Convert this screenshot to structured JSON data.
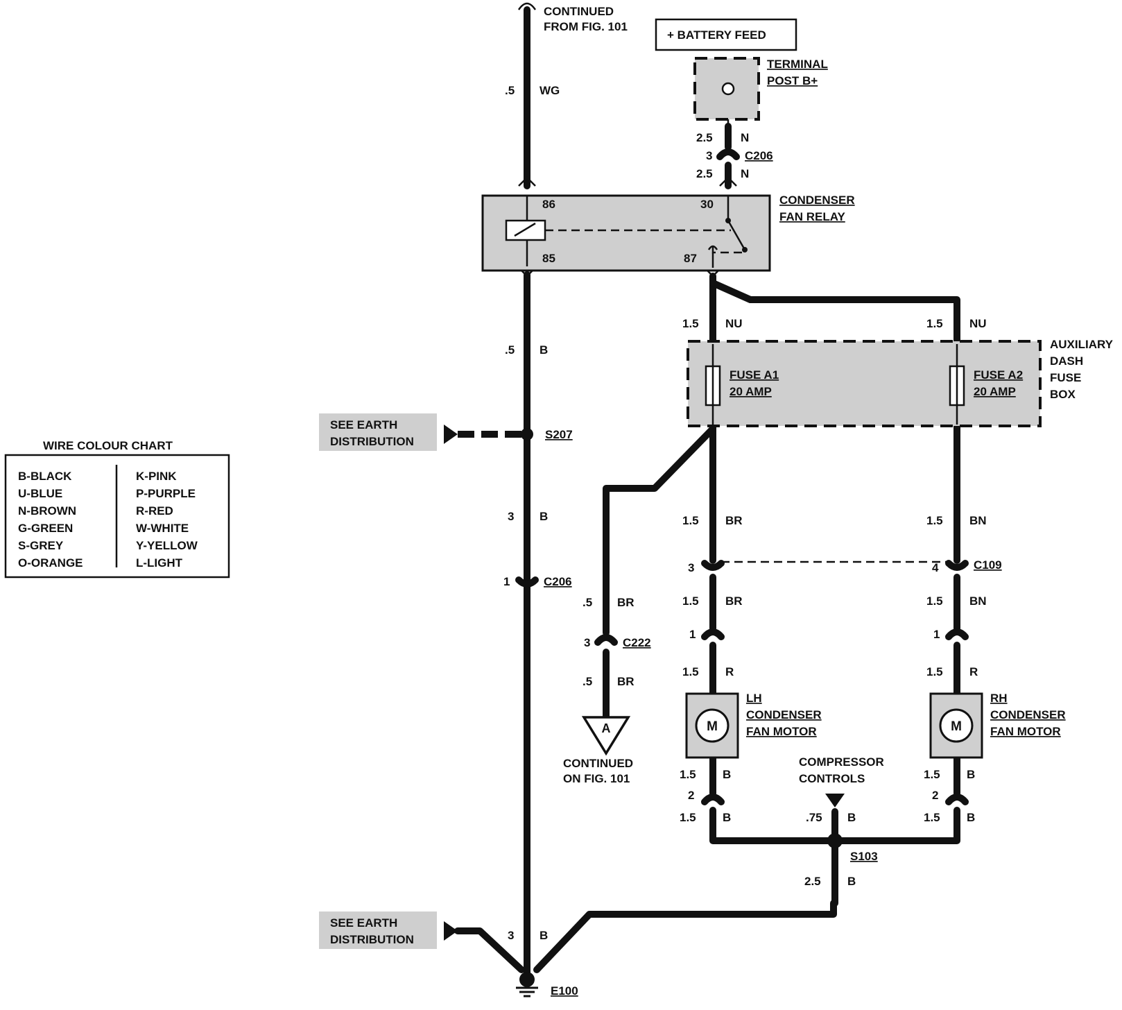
{
  "top_feed": {
    "line1": "CONTINUED",
    "line2": "FROM FIG. 101"
  },
  "battery_feed": "+ BATTERY FEED",
  "terminal_post": {
    "line1": "TERMINAL",
    "line2": "POST B+"
  },
  "relay": {
    "line1": "CONDENSER",
    "line2": "FAN RELAY",
    "pins": {
      "p86": "86",
      "p30": "30",
      "p85": "85",
      "p87": "87"
    }
  },
  "fuse_box": {
    "line1": "AUXILIARY",
    "line2": "DASH",
    "line3": "FUSE",
    "line4": "BOX"
  },
  "fuse_a1": {
    "line1": "FUSE A1",
    "line2": "20 AMP"
  },
  "fuse_a2": {
    "line1": "FUSE A2",
    "line2": "20 AMP"
  },
  "earth_ref": {
    "line1": "SEE EARTH",
    "line2": "DISTRIBUTION"
  },
  "splices": {
    "s207": "S207",
    "s103": "S103",
    "e100": "E100"
  },
  "connectors": {
    "c206": "C206",
    "c109": "C109",
    "c222": "C222"
  },
  "lh_motor": {
    "line1": "LH",
    "line2": "CONDENSER",
    "line3": "FAN MOTOR",
    "symbol": "M"
  },
  "rh_motor": {
    "line1": "RH",
    "line2": "CONDENSER",
    "line3": "FAN MOTOR",
    "symbol": "M"
  },
  "compressor": {
    "line1": "COMPRESSOR",
    "line2": "CONTROLS"
  },
  "continued_on": {
    "line1": "CONTINUED",
    "line2": "ON FIG. 101",
    "symbol": "A"
  },
  "wire_labels": {
    "wg_size": ".5",
    "wg_color": "WG",
    "n1_size": "2.5",
    "n1_color": "N",
    "c206_top_pin": "3",
    "n2_size": "2.5",
    "n2_color": "N",
    "b1_size": ".5",
    "b1_color": "B",
    "b2_size": "3",
    "b2_color": "B",
    "c206_left_pin": "1",
    "b3_size": "3",
    "b3_color": "B",
    "nu1_size": "1.5",
    "nu1_color": "NU",
    "nu2_size": "1.5",
    "nu2_color": "NU",
    "br1_size": "1.5",
    "br1_color": "BR",
    "bn1_size": "1.5",
    "bn1_color": "BN",
    "c109_left_pin": "3",
    "c109_right_pin": "4",
    "br2_size": "1.5",
    "br2_color": "BR",
    "bn2_size": "1.5",
    "bn2_color": "BN",
    "lh_pin1": "1",
    "rh_pin1": "1",
    "r1_size": "1.5",
    "r1_color": "R",
    "r2_size": "1.5",
    "r2_color": "R",
    "brs1_size": ".5",
    "brs1_color": "BR",
    "c222_pin": "3",
    "brs2_size": ".5",
    "brs2_color": "BR",
    "lhb1_size": "1.5",
    "lhb1_color": "B",
    "lh_pin2": "2",
    "lhb2_size": "1.5",
    "lhb2_color": "B",
    "rhb1_size": "1.5",
    "rhb1_color": "B",
    "rh_pin2": "2",
    "rhb2_size": "1.5",
    "rhb2_color": "B",
    "cc_size": ".75",
    "cc_color": "B",
    "s103_size": "2.5",
    "s103_color": "B"
  },
  "legend": {
    "title": "WIRE COLOUR CHART",
    "left": [
      "B-BLACK",
      "U-BLUE",
      "N-BROWN",
      "G-GREEN",
      "S-GREY",
      "O-ORANGE"
    ],
    "right": [
      "K-PINK",
      "P-PURPLE",
      "R-RED",
      "W-WHITE",
      "Y-YELLOW",
      "L-LIGHT"
    ]
  }
}
